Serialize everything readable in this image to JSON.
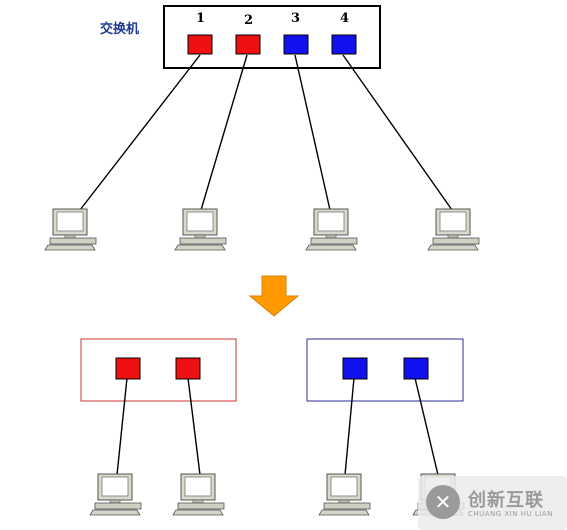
{
  "switch": {
    "label": "交换机",
    "ports": [
      {
        "number": "1",
        "color": "#ee1111"
      },
      {
        "number": "2",
        "color": "#ee1111"
      },
      {
        "number": "3",
        "color": "#1111ee"
      },
      {
        "number": "4",
        "color": "#1111ee"
      }
    ]
  },
  "vlans": [
    {
      "border_color": "#cc3333",
      "port_color": "#ee1111"
    },
    {
      "border_color": "#2b2b99",
      "port_color": "#1111ee"
    }
  ],
  "arrow_color": "#ff9900",
  "watermark": {
    "title": "创新互联",
    "subtitle": "CHUANG XIN HU LIAN"
  }
}
